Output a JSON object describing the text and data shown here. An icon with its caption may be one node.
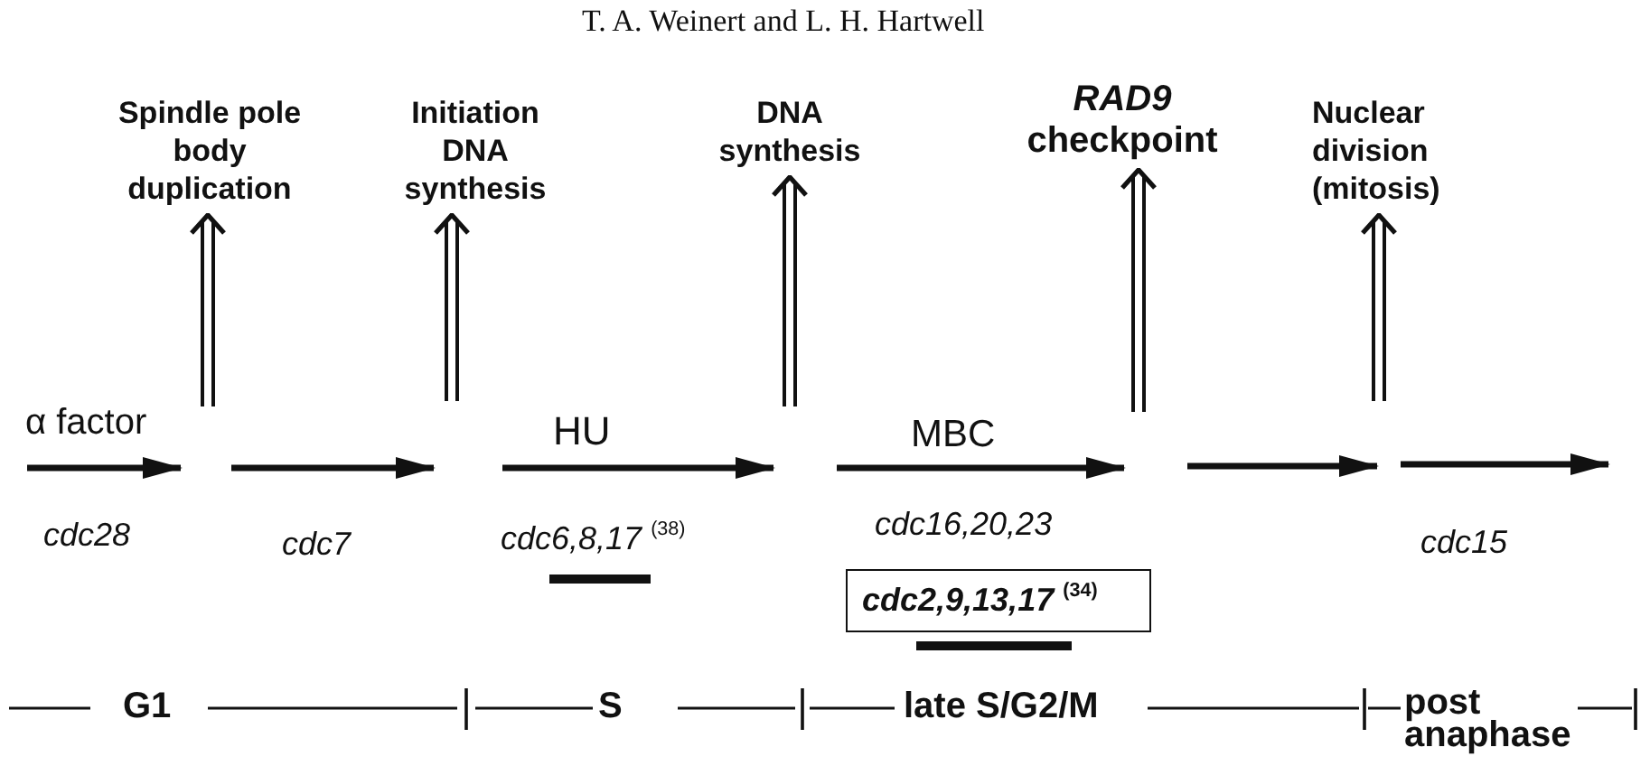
{
  "diagram": {
    "nodes": [
      {
        "text": [
          "Spindle pole body duplication"
        ]
      },
      {
        "text": [
          "Initiation DNA synthesis"
        ]
      },
      {
        "text": [
          "DNA synthesis"
        ]
      },
      {
        "text": [
          "*RAD9* checkpoint"
        ]
      },
      {
        "text": [
          "Nuclear division (mitosis)"
        ]
      },
      {
        "text": [
          "*cdc2,9,13,17* $^{(34)}$"
        ]
      }
    ],
    "edges": [
      {
        "from": null,
        "to": 0,
        "arrow": "to"
      },
      {
        "from": null,
        "to": 1,
        "arrow": "to"
      },
      {
        "from": null,
        "to": 2,
        "arrow": "to"
      },
      {
        "from": null,
        "to": 3,
        "arrow": "to"
      },
      {
        "from": null,
        "to": 4,
        "arrow": "to"
      }
    ],
    "labels": [
      "T. A. Weinert and L. H. Hartwell",
      "α factor",
      "HU",
      "MBC",
      "cdc28",
      "cdc7",
      "*cdc6,8,17* $^{(38)}$",
      "cdc16,20,23",
      "cdc15",
      "G1",
      "S",
      "late S/G2/M",
      "post anaphase"
    ]
  }
}
